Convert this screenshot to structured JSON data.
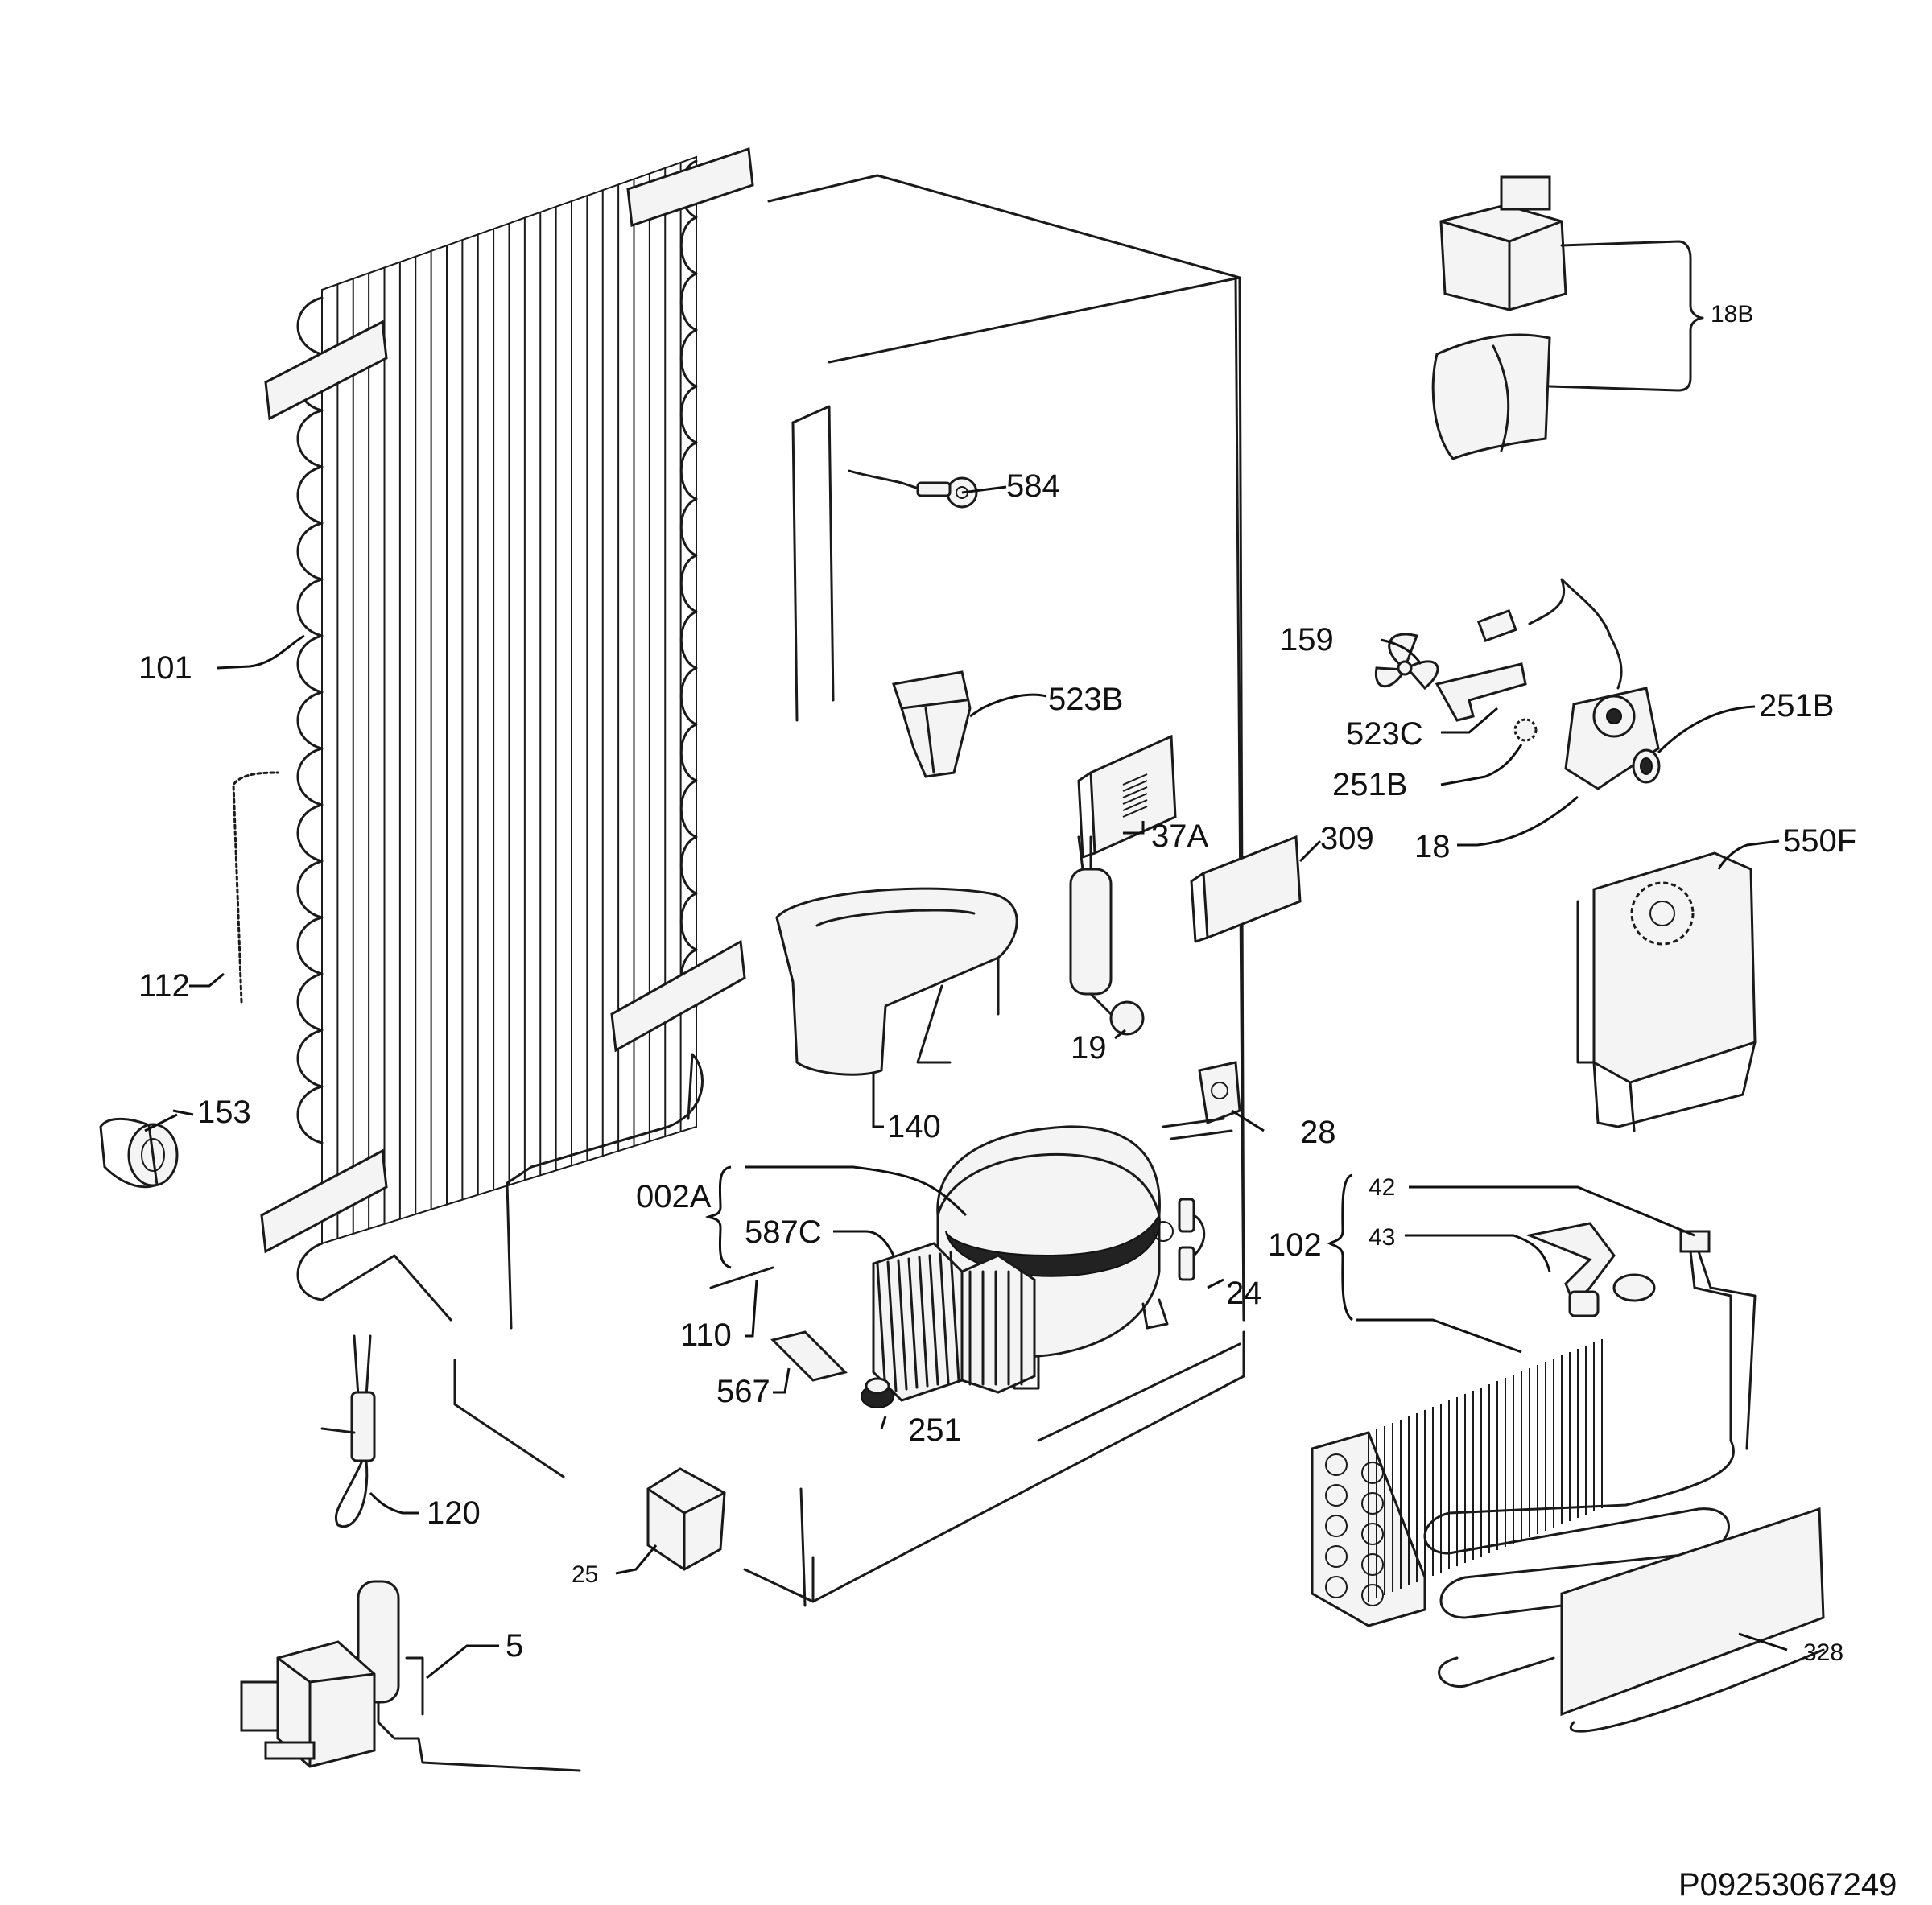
{
  "labels": {
    "l101": "101",
    "l112": "112",
    "l153": "153",
    "l120": "120",
    "l5": "5",
    "l25": "25",
    "l584": "584",
    "l523B": "523B",
    "l37A": "37A",
    "l309": "309",
    "l19": "19",
    "l140": "140",
    "l28": "28",
    "l002A": "002A",
    "l587C": "587C",
    "l110": "110",
    "l567": "567",
    "l251": "251",
    "l24": "24",
    "l18B": "18B",
    "l159": "159",
    "l523C": "523C",
    "l251B_a": "251B",
    "l251B_b": "251B",
    "l18": "18",
    "l550F": "550F",
    "l102": "102",
    "l42": "42",
    "l43": "43",
    "l328": "328"
  },
  "drawing_code": "P09253067249"
}
